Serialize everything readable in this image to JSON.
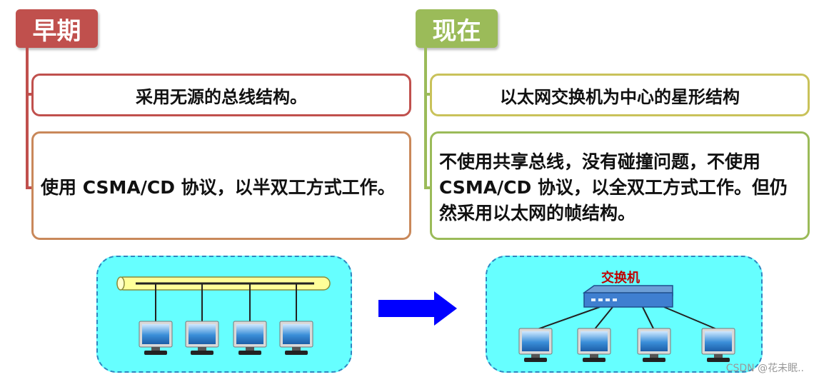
{
  "left": {
    "tag": "早期",
    "title": "采用无源的总线结构。",
    "body": "使用 CSMA/CD 协议，以半双工方式工作。",
    "color": "#c0504d"
  },
  "right": {
    "tag": "现在",
    "title": "以太网交换机为中心的星形结构",
    "body": "不使用共享总线，没有碰撞问题，不使用 CSMA/CD 协议，以全双工方式工作。但仍然采用以太网的帧结构。",
    "color": "#9bbb59"
  },
  "diagram": {
    "switch_label": "交换机",
    "bus_computers": 4,
    "star_computers": 4
  },
  "watermark": "CSDN @花未眠.."
}
